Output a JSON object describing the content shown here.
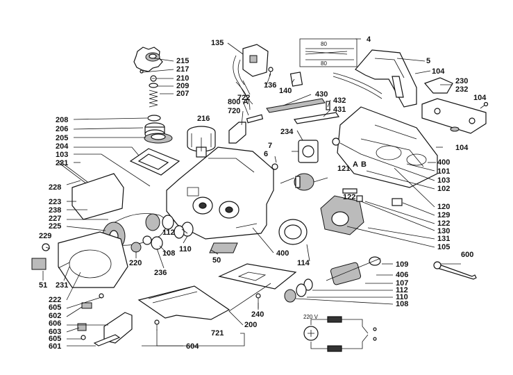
{
  "labels": {
    "p4": "4",
    "p5": "5",
    "p6": "6",
    "p7": "7",
    "p50": "50",
    "p51": "51",
    "p101": "101",
    "p102": "102",
    "p103a": "103",
    "p103b": "103",
    "p104a": "104",
    "p104b": "104",
    "p104c": "104",
    "p105": "105",
    "p107": "107",
    "p108a": "108",
    "p108b": "108",
    "p109": "109",
    "p110a": "110",
    "p110b": "110",
    "p112a": "112",
    "p112b": "112",
    "p114": "114",
    "p120": "120",
    "p121": "121",
    "p122a": "122",
    "p122b": "122",
    "p129": "129",
    "p130": "130",
    "p131": "131",
    "p135": "135",
    "p136": "136",
    "p140": "140",
    "p200": "200",
    "p204": "204",
    "p205": "205",
    "p206": "206",
    "p207": "207",
    "p208": "208",
    "p209": "209",
    "p210": "210",
    "p215": "215",
    "p216": "216",
    "p217": "217",
    "p220": "220",
    "p221": "221",
    "p222": "222",
    "p223": "223",
    "p225": "225",
    "p227": "227",
    "p228": "228",
    "p229": "229",
    "p230": "230",
    "p231": "231",
    "p232": "232",
    "p234": "234",
    "p236": "236",
    "p238": "238",
    "p240": "240",
    "p400a": "400",
    "p400b": "400",
    "p406": "406",
    "p430": "430",
    "p431": "431",
    "p432": "432",
    "p600": "600",
    "p601": "601",
    "p602": "602",
    "p603": "603",
    "p604": "604",
    "p605a": "605",
    "p605b": "605",
    "p606": "606",
    "p720": "720",
    "p721": "721",
    "p722": "722",
    "p800": "800"
  },
  "markers": {
    "a1": "A",
    "a2": "A",
    "b1": "B"
  },
  "cable_diagram": {
    "len_top": "80",
    "len_bottom": "80"
  },
  "circuit": {
    "voltage": "220 V"
  }
}
